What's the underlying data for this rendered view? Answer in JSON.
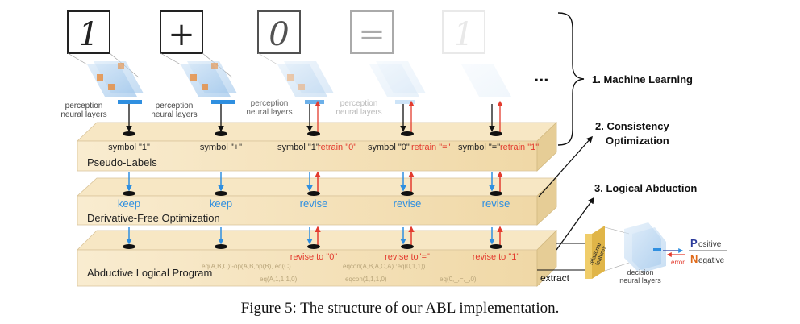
{
  "digits": [
    "1",
    "+",
    "0",
    "=",
    "1"
  ],
  "perception_label": [
    "perception",
    "neural layers"
  ],
  "ellipsis": "...",
  "steps": {
    "ml": "1. Machine Learning",
    "co_1": "2. Consistency",
    "co_2": "Optimization",
    "la": "3. Logical Abduction"
  },
  "slabs": {
    "pseudo": "Pseudo-Labels",
    "dfo": "Derivative-Free Optimization",
    "alp": "Abductive Logical Program"
  },
  "symbols": [
    {
      "symbol": "symbol \"1\"",
      "retrain": ""
    },
    {
      "symbol": "symbol \"+\"",
      "retrain": ""
    },
    {
      "symbol": "symbol \"1\"",
      "retrain": "retrain \"0\""
    },
    {
      "symbol": "symbol \"0\"",
      "retrain": "retrain \"=\""
    },
    {
      "symbol": "symbol \"=\"",
      "retrain": "retrain \"1\""
    }
  ],
  "dfo_actions": [
    "keep",
    "keep",
    "revise",
    "revise",
    "revise"
  ],
  "revisions": [
    "",
    "",
    "revise to \"0\"",
    "revise to\"=\"",
    "revise to \"1\""
  ],
  "logic_rules": [
    "eq(A,B,C):-op(A,B,op(B), eq(C)",
    "eq(A,1,1,1,0)",
    "eqcon(A,B,A,C,A) :eq(0,1,1)).",
    "eqcon(1,1,1,0)",
    "eq(0,_,=,_,0)"
  ],
  "extract": "extract",
  "relational_features": [
    "relational",
    "features"
  ],
  "decision_label": [
    "decision",
    "neural layers"
  ],
  "error": "error",
  "positive": {
    "initial": "P",
    "rest": "ositive"
  },
  "negative": {
    "initial": "N",
    "rest": "egative"
  },
  "caption": "Figure 5: The structure of our ABL implementation.",
  "colors": {
    "slab_top": "#f6e4bb",
    "slab_front": "#f2dcb0",
    "slab_side": "#e3c990",
    "blue_arrow": "#2f8fe0",
    "red_arrow": "#e33b2e",
    "revise_text": "#2f8fe0",
    "retrain_text": "#e33b2e",
    "positive": "#2b3a9a",
    "negative": "#e06a1a"
  }
}
